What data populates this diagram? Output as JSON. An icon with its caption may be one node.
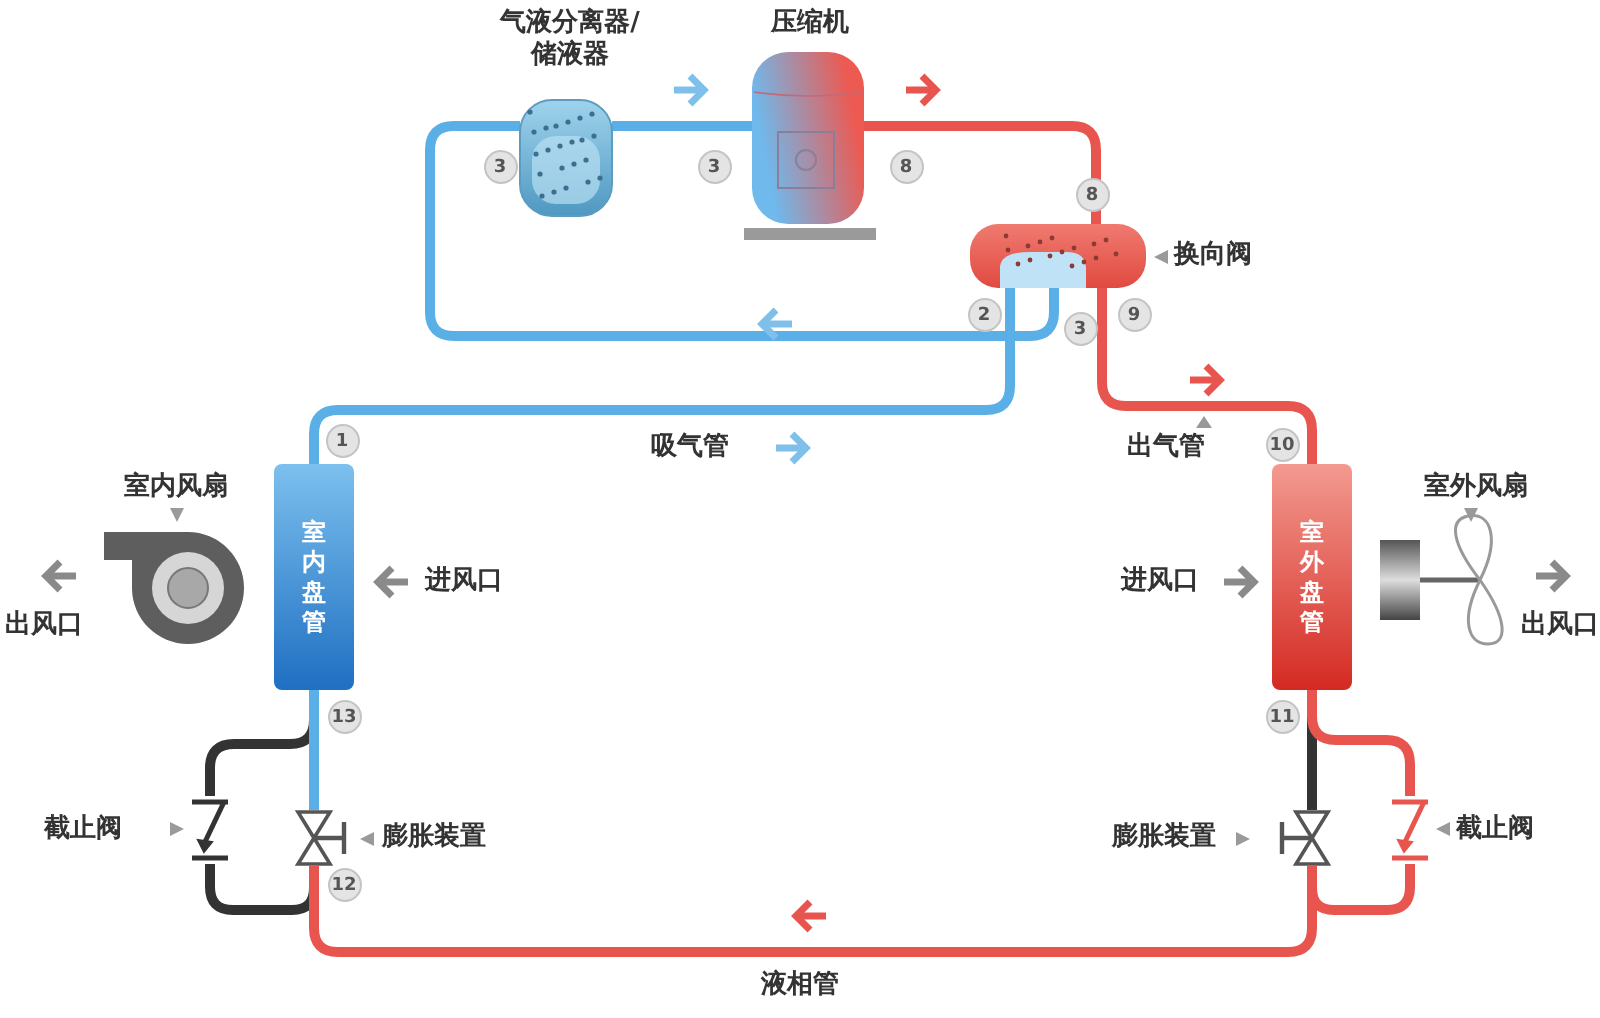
{
  "diagram": {
    "nodes": [
      {
        "text": [
          "气液分离器/储液器"
        ],
        "beside": [
          "3"
        ]
      },
      {
        "text": [
          "压缩机"
        ],
        "beside": [
          "3",
          "8"
        ]
      },
      {
        "text": [
          "换向阀"
        ],
        "beside": [
          "8",
          "2",
          "3",
          "9"
        ]
      },
      {
        "text": [
          "室内盘管"
        ],
        "beside": [
          "1",
          "13"
        ]
      },
      {
        "text": [
          "室内风扇"
        ]
      },
      {
        "text": [
          "截止阀"
        ]
      },
      {
        "text": [
          "膨胀装置"
        ],
        "beside": [
          "12"
        ]
      },
      {
        "text": [
          "室外盘管"
        ],
        "beside": [
          "10",
          "11"
        ]
      },
      {
        "text": [
          "室外风扇"
        ]
      },
      {
        "text": [
          "膨胀装置"
        ]
      },
      {
        "text": [
          "截止阀"
        ]
      }
    ],
    "edges": [
      {
        "from": 0,
        "to": 1,
        "arrow": "none",
        "color": "#5ab0e6"
      },
      {
        "from": 1,
        "to": 2,
        "arrow": "none"
      },
      {
        "from": 2,
        "to": 0,
        "arrow": "none",
        "color": "#5ab0e6"
      },
      {
        "from": 2,
        "to": 3,
        "arrow": "none",
        "color": "#5ab0e6",
        "label": "吸气管"
      },
      {
        "from": 2,
        "to": 7,
        "arrow": "none",
        "label": "出气管"
      },
      {
        "from": 3,
        "to": 6,
        "arrow": "none",
        "color": "#5ab0e6"
      },
      {
        "from": 3,
        "to": 5,
        "arrow": "none",
        "color": "#333333"
      },
      {
        "from": 5,
        "to": 6,
        "arrow": "none",
        "color": "#333333"
      },
      {
        "from": 6,
        "to": 9,
        "arrow": "none",
        "label": "液相管"
      },
      {
        "from": 7,
        "to": 9,
        "arrow": "none",
        "color": "#333333"
      },
      {
        "from": 7,
        "to": 10,
        "arrow": "none"
      },
      {
        "from": 10,
        "to": 9,
        "arrow": "none"
      }
    ],
    "labels": [
      "出风口",
      "进风口",
      "进风口",
      "出风口"
    ]
  }
}
